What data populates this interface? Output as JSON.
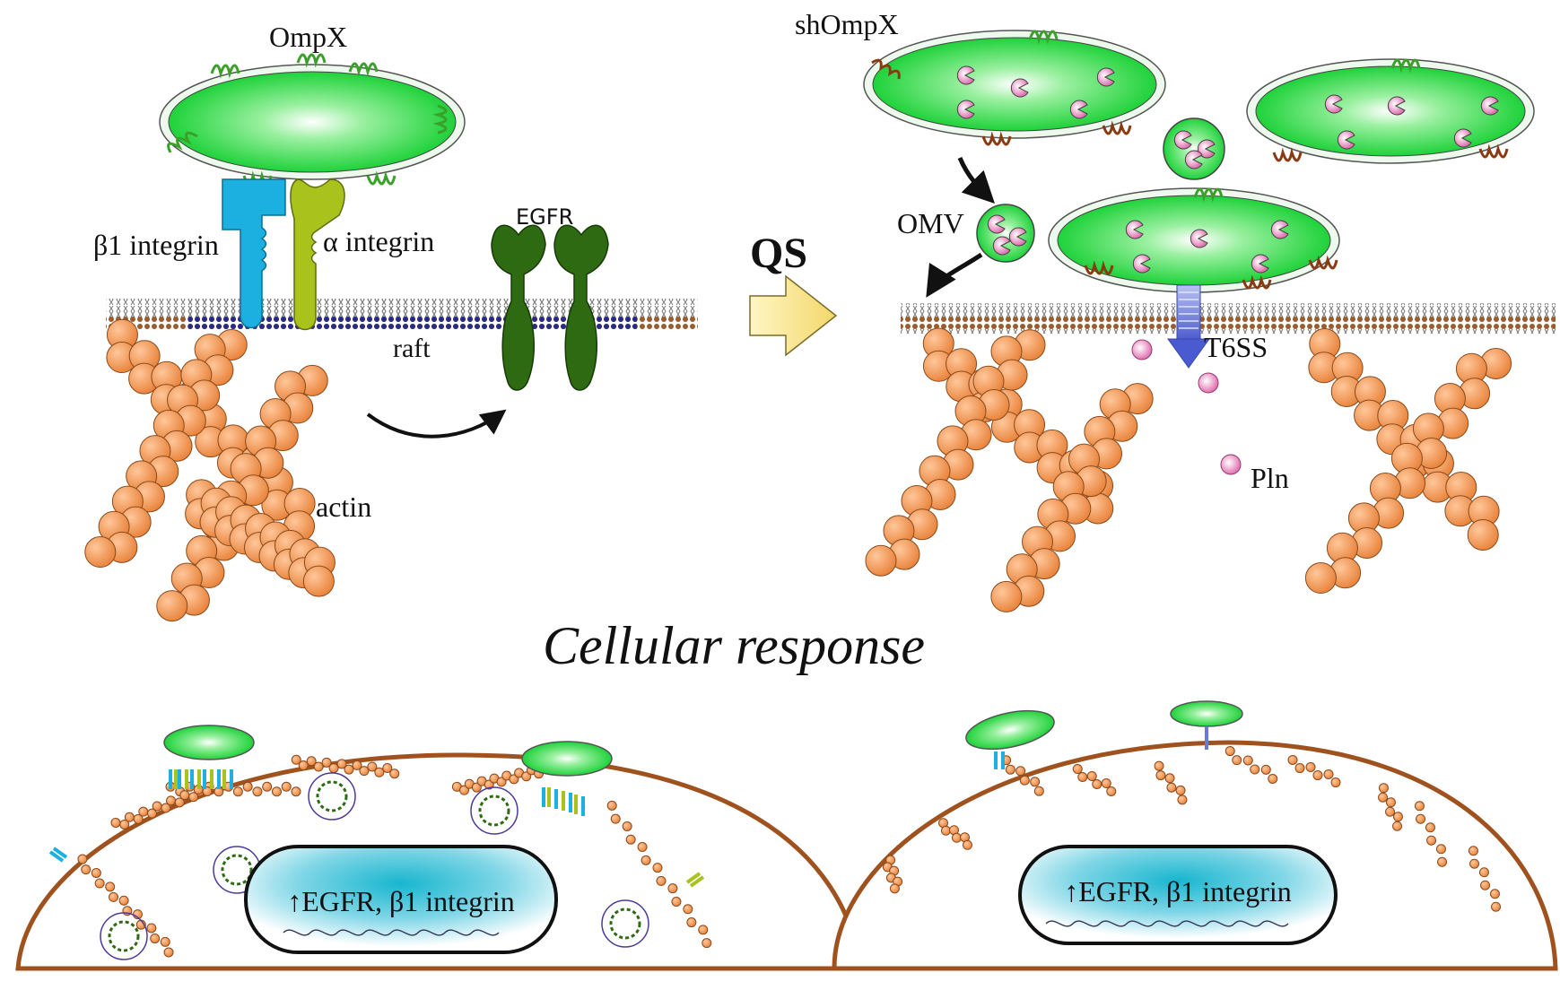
{
  "labels": {
    "ompx": "OmpX",
    "shompx": "shOmpX",
    "beta1_integrin": "β1 integrin",
    "alpha_integrin": "α integrin",
    "egfr": "EGFR",
    "raft": "raft",
    "actin": "actin",
    "qs": "QS",
    "omv": "OMV",
    "t6ss": "T6SS",
    "pln": "Pln",
    "cellular_response": "Cellular response",
    "nucleus_left": "↑EGFR, β1 integrin",
    "nucleus_right": "↑EGFR, β1 integrin"
  },
  "colors": {
    "bacterium_green": "#2fd84a",
    "beta1_integrin": "#1bb0e0",
    "alpha_integrin": "#a9c21c",
    "egfr": "#2d6a12",
    "actin": "#f0924c",
    "actin_stroke": "#8a4a1c",
    "membrane_tail": "#8a5a3a",
    "raft_head": "#2a2a8a",
    "cell_outline": "#a0521e",
    "nucleus_fill": "#3ac2d8",
    "qs_arrow": "#f7e79a",
    "t6ss_arrow": "#6a7ad8",
    "pln_effector": "#e070b0"
  }
}
